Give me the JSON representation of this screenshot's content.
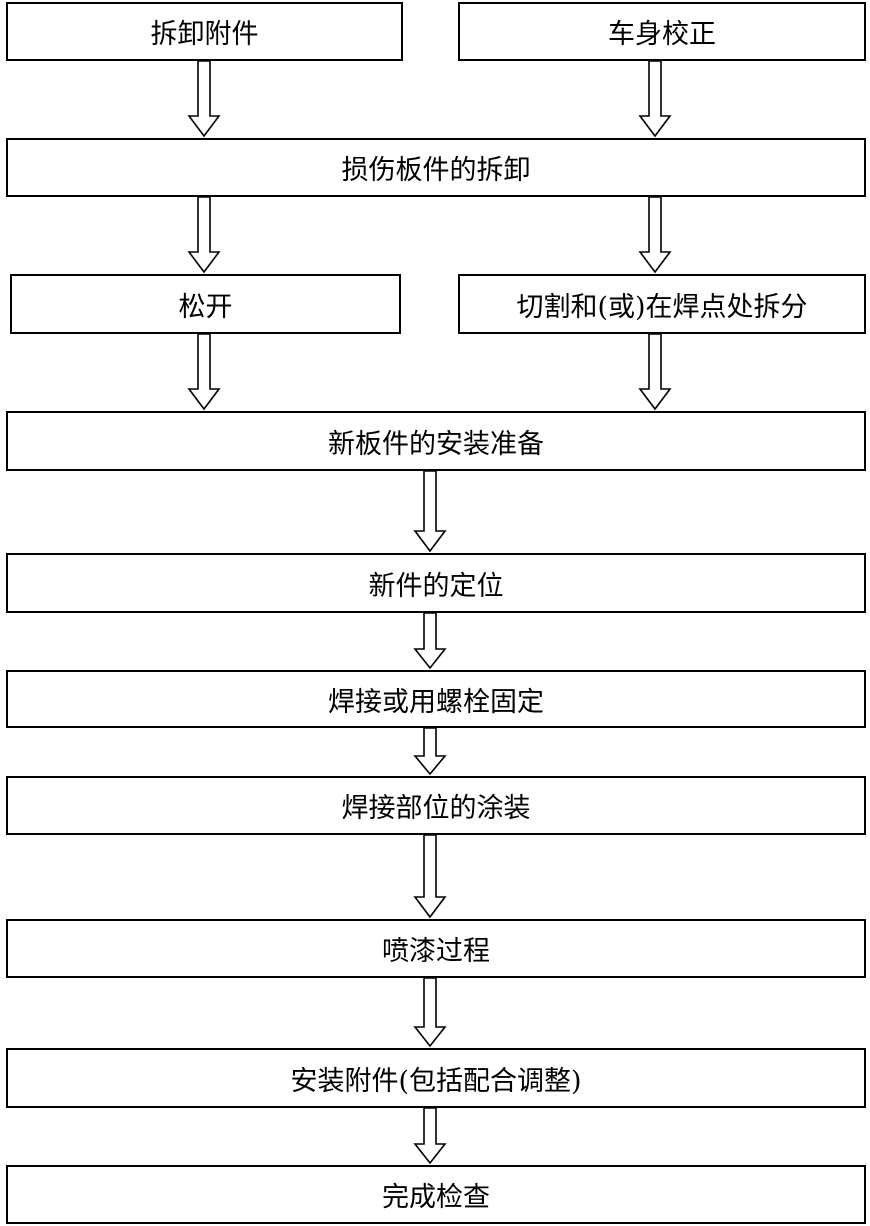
{
  "steps": {
    "remove_accessories": "拆卸附件",
    "body_straightening": "车身校正",
    "remove_damaged_panel": "损伤板件的拆卸",
    "loosen": "松开",
    "cut_or_separate": "切割和(或)在焊点处拆分",
    "prepare_new_panel": "新板件的安装准备",
    "position_new_part": "新件的定位",
    "weld_or_bolt": "焊接或用螺栓固定",
    "coat_weld_area": "焊接部位的涂装",
    "painting": "喷漆过程",
    "install_accessories": "安装附件(包括配合调整)",
    "final_inspection": "完成检查"
  }
}
